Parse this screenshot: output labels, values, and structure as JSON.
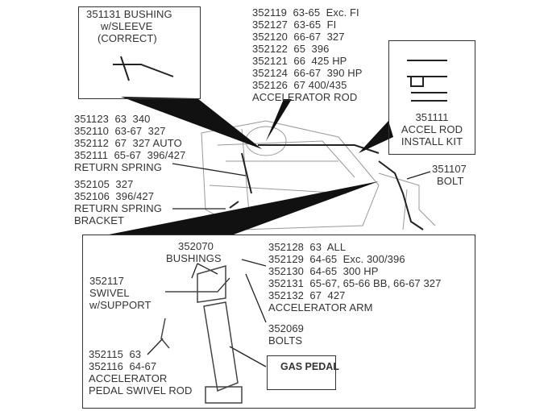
{
  "callouts": {
    "bushing_sleeve": [
      "351131 BUSHING",
      "w/SLEEVE",
      "(CORRECT)"
    ],
    "accelerator_rod": [
      "352119  63-65  Exc. FI",
      "352127  63-65  FI",
      "352120  66-67  327",
      "352122  65  396",
      "352121  66  425 HP",
      "352124  66-67  390 HP",
      "352126  67 400/435",
      "ACCELERATOR ROD"
    ],
    "install_kit": [
      "351111",
      "ACCEL ROD",
      "INSTALL KIT"
    ],
    "return_spring": [
      "351123  63  340",
      "352110  63-67  327",
      "352112  67  327 AUTO",
      "352111  65-67  396/427",
      "RETURN SPRING"
    ],
    "return_spring_bracket": [
      "352105  327",
      "352106  396/427",
      "RETURN SPRING",
      "BRACKET"
    ],
    "bolt": [
      "351107",
      "BOLT"
    ],
    "bushings": [
      "352070",
      "BUSHINGS"
    ],
    "accelerator_arm": [
      "352128  63  ALL",
      "352129  64-65  Exc. 300/396",
      "352130  64-65  300 HP",
      "352131  65-67, 65-66 BB, 66-67 327",
      "352132  67  427",
      "ACCELERATOR ARM"
    ],
    "swivel": [
      "352117",
      "SWIVEL",
      "w/SUPPORT"
    ],
    "bolts": [
      "352069",
      "BOLTS"
    ],
    "swivel_rod": [
      "352115  63",
      "352116  64-67",
      "ACCELERATOR",
      "PEDAL SWIVEL ROD"
    ],
    "gas_pedal": "GAS PEDAL"
  }
}
